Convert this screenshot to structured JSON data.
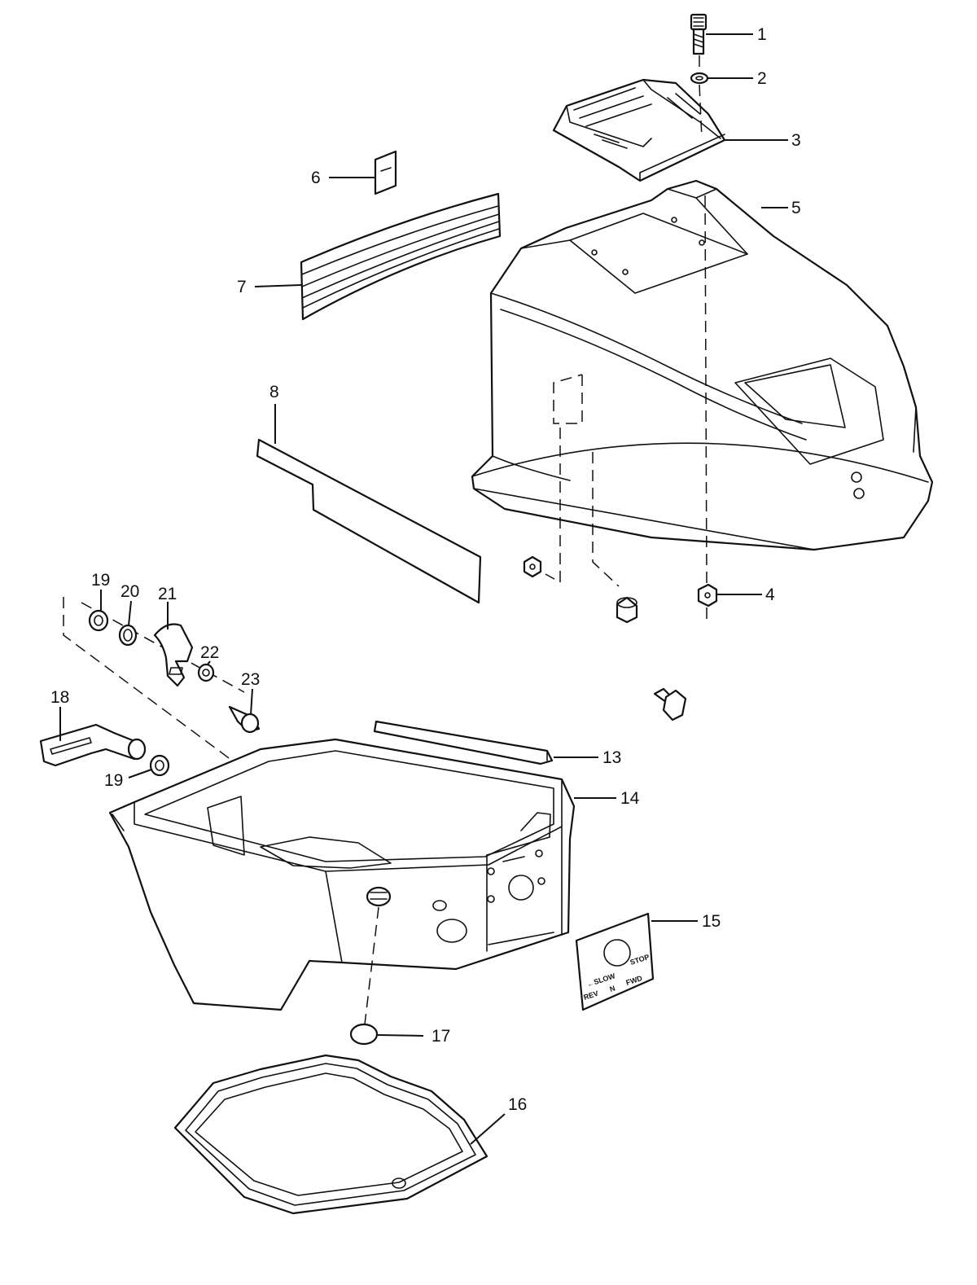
{
  "callouts": [
    "1",
    "2",
    "3",
    "4",
    "5",
    "6",
    "7",
    "8",
    "13",
    "14",
    "15",
    "16",
    "17",
    "18",
    "19",
    "19",
    "20",
    "21",
    "22",
    "23"
  ],
  "decal_15": {
    "left": "REV",
    "mid": "N",
    "right": "FWD",
    "top_left": "←SLOW",
    "top_right": "STOP"
  }
}
